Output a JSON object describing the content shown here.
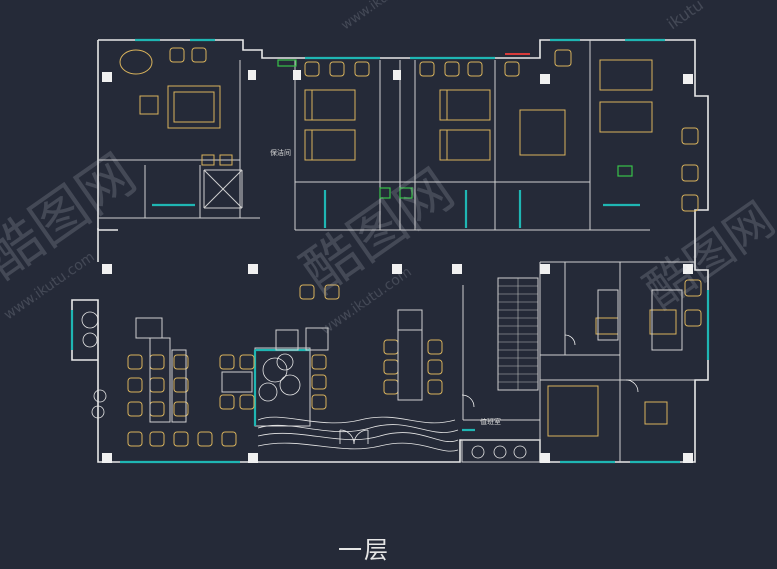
{
  "floor_title": "一层",
  "room_labels": {
    "storage": "保洁间",
    "reception": "值班室"
  },
  "watermark": {
    "brand_cn": "酷图网",
    "domain": "www.ikutu.com",
    "short": "ikutu"
  },
  "colors": {
    "background": "#252a38",
    "walls": "#e8e8e8",
    "furniture": "#d9b35c",
    "windows": "#1fb6b3",
    "doors": "#f2f2f2",
    "green_fixtures": "#39c24a"
  }
}
